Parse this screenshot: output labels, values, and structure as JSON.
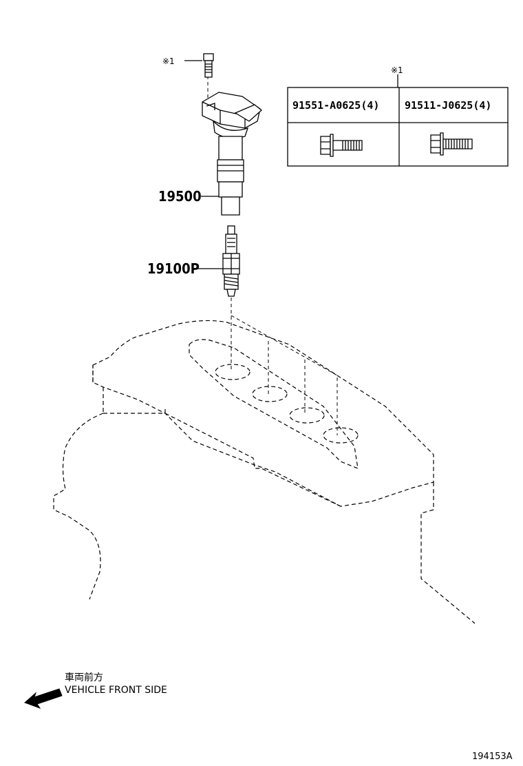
{
  "callouts": {
    "bolt_mark": "※1",
    "table_mark": "※1",
    "coil_part_number": "19500",
    "plug_part_number": "19100P"
  },
  "bolt_table": {
    "headers": [
      "91551-A0625(4)",
      "91511-J0625(4)"
    ]
  },
  "direction": {
    "label_jp": "車両前方",
    "label_en": "VEHICLE FRONT SIDE"
  },
  "diagram_id": "194153A"
}
